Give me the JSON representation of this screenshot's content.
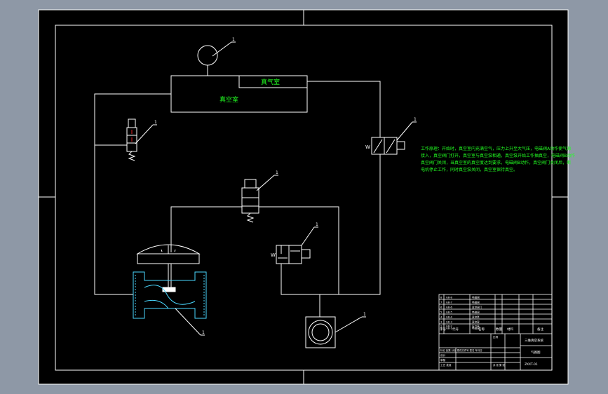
{
  "drawing": {
    "background": "#000000",
    "outer_frame_color": "#ffffff",
    "app_background": "#8e98a6"
  },
  "labels": {
    "chamber_top": "真气室",
    "chamber_main": "真空室",
    "valve_w_left": "W",
    "valve_w_right": "W",
    "leaders": [
      "1",
      "1",
      "1",
      "1",
      "1",
      "1",
      "1"
    ]
  },
  "notes": {
    "color": "#22ff22",
    "lines": [
      "工作原理：开始时，真空室内充满空气，压力上升至大气压，电磁阀A动作使气源",
      "接入，真空阀门打开，真空室与真空泵相通，真空泵开始工作抽真空，电磁阀B动作",
      "真空阀门关闭，当真空室的真空度达到要求，电磁阀B动作，真空阀门关闭后，断",
      "电机停止工作，同时真空泵关闭，真空室保持真空。"
    ]
  },
  "title_block": {
    "parts_rows": [
      [
        "8",
        "GB-8",
        "电磁阀",
        "",
        ""
      ],
      [
        "7",
        "GB-7",
        "电磁阀",
        "",
        ""
      ],
      [
        "6",
        "GB-6",
        "真空阀门",
        "",
        ""
      ],
      [
        "5",
        "GB-5",
        "电磁阀",
        "",
        ""
      ],
      [
        "4",
        "GB-4",
        "真空泵",
        "",
        ""
      ],
      [
        "3",
        "GB-3",
        "真空室",
        "",
        ""
      ],
      [
        "2",
        "GB-2",
        "压力表",
        "",
        ""
      ],
      [
        "1",
        "GB-1",
        "电磁阀",
        "",
        ""
      ]
    ],
    "header": [
      "序号",
      "代号",
      "名称",
      "数量",
      "材料",
      "备注"
    ],
    "title_name": "三维真空系统",
    "drawing_title": "气路图",
    "drawing_number": "ZKXT-01",
    "sign_rows": [
      "标记 处数 分区 更改文件号 签名 年月日",
      "设计",
      "审核",
      "工艺 批准"
    ],
    "scale_label": "比例",
    "sheet_label": "共 张 第 张"
  }
}
